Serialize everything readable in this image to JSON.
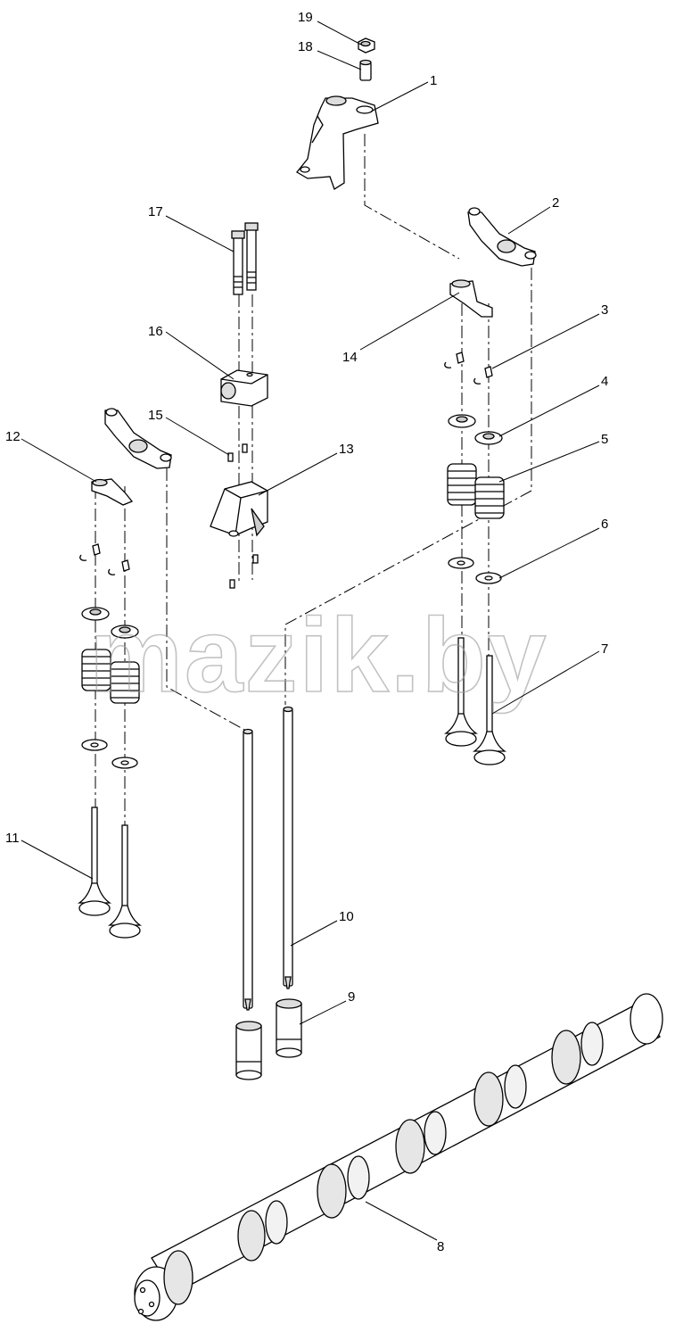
{
  "callouts": [
    "19",
    "18",
    "1",
    "2",
    "17",
    "16",
    "3",
    "14",
    "4",
    "15",
    "12",
    "13",
    "5",
    "6",
    "7",
    "11",
    "10",
    "9",
    "8"
  ],
  "watermark": "mazik.by",
  "colors": {
    "line": "#000000",
    "fill": "#ffffff",
    "shade": "#cfcfcf",
    "watermark": "#9a9a9a"
  }
}
